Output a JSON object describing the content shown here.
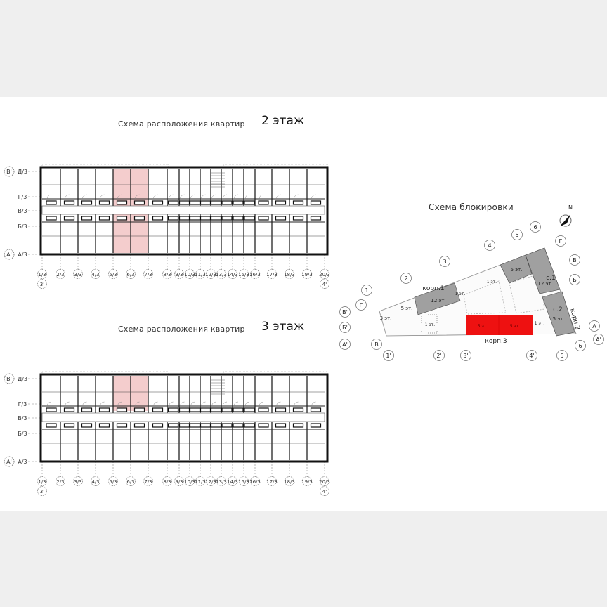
{
  "plan_2": {
    "title": "Схема расположения квартир",
    "floor": "2 этаж"
  },
  "plan_3": {
    "title": "Схема расположения квартир",
    "floor": "3 этаж"
  },
  "row_axes": [
    {
      "outer": "В'",
      "inner": "Д/3"
    },
    {
      "outer": "",
      "inner": "Г/3"
    },
    {
      "outer": "",
      "inner": "В/3"
    },
    {
      "outer": "",
      "inner": "Б/3"
    },
    {
      "outer": "А'",
      "inner": "А/3"
    }
  ],
  "column_axes": [
    "1/3",
    "2/3",
    "3/3",
    "4/3",
    "5/3",
    "6/3",
    "7/3",
    "8/3",
    "9/3",
    "10/3",
    "11/3",
    "12/3",
    "13/3",
    "14/3",
    "15/3",
    "16/3",
    "17/3",
    "18/3",
    "19/3",
    "20/3"
  ],
  "column_axes_outer": [
    "3'",
    "4'"
  ],
  "highlight_color": "#f2c4c4",
  "blocking": {
    "title": "Схема блокировки",
    "north": "N",
    "buildings": [
      {
        "name": "корп.1",
        "sections": [
          "12 эт.",
          "5 эт.",
          "3 эт."
        ]
      },
      {
        "name": "корп.2",
        "sections": [
          "с.1",
          "12 эт.",
          "с.2",
          "5 эт.",
          "5 эт."
        ]
      },
      {
        "name": "корп.3",
        "sections": [
          "5 эт.",
          "5 эт."
        ]
      }
    ],
    "one_floor_label": "1 эт.",
    "axes": [
      "1",
      "2",
      "3",
      "4",
      "5",
      "6",
      "Г",
      "В",
      "Б",
      "А",
      "А'",
      "В'",
      "Б'",
      "А'",
      "В",
      "Г",
      "1'",
      "2'",
      "3'",
      "4'",
      "5",
      "6"
    ],
    "selected_color": "#ee1111",
    "tower_color": "#a0a0a0"
  }
}
